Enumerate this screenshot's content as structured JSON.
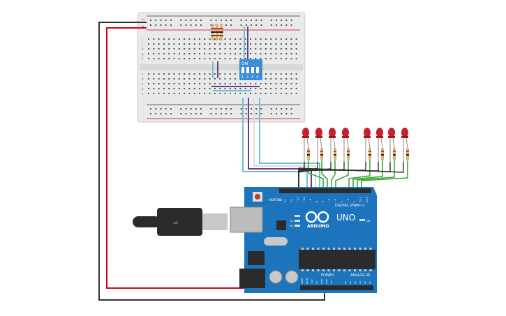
{
  "canvas": {
    "background": "#ffffff"
  },
  "breadboard": {
    "color": "#e9e9e9",
    "rail_colors": {
      "positive": "#d0021b",
      "negative": "#333333"
    },
    "rail_signs": {
      "plus": "+",
      "minus": "−"
    },
    "row_letters_top": [
      "j",
      "i",
      "h",
      "g",
      "f"
    ],
    "row_letters_bottom": [
      "e",
      "d",
      "c",
      "b",
      "a"
    ]
  },
  "dip_switch": {
    "label": "ON",
    "numbers": [
      "1",
      "2",
      "3",
      "4"
    ],
    "color": "#3b8ed8"
  },
  "leds": {
    "count": 8,
    "color": "#c8202a"
  },
  "arduino": {
    "board_color": "#1c75bc",
    "logo_text": "ARDUINO",
    "model": "UNO",
    "digital_label": "DIGITAL (PWM~)",
    "power_label": "POWER",
    "analog_label": "ANALOG IN",
    "on_label": "ON",
    "tx_label": "TX",
    "rx_label": "RX",
    "aref_label": "AREF",
    "gnd_label": "GND",
    "digital_pins": [
      "13",
      "12",
      "~11",
      "~10",
      "~9",
      "8",
      "7",
      "~6",
      "~5",
      "4",
      "~3",
      "2",
      "TX 1",
      "RX 0"
    ],
    "power_pins": [
      "IOREF",
      "RESET",
      "3.3V",
      "5V",
      "GND",
      "GND",
      "Vin"
    ],
    "analog_pins": [
      "A0",
      "A1",
      "A2",
      "A3",
      "A4",
      "A5"
    ]
  },
  "wires": {
    "red": "#d0021b",
    "black": "#333333",
    "green": "#3aa935",
    "purple": "#6a3b8f",
    "teal": "#6fc3c9",
    "white": "#dddddd"
  }
}
